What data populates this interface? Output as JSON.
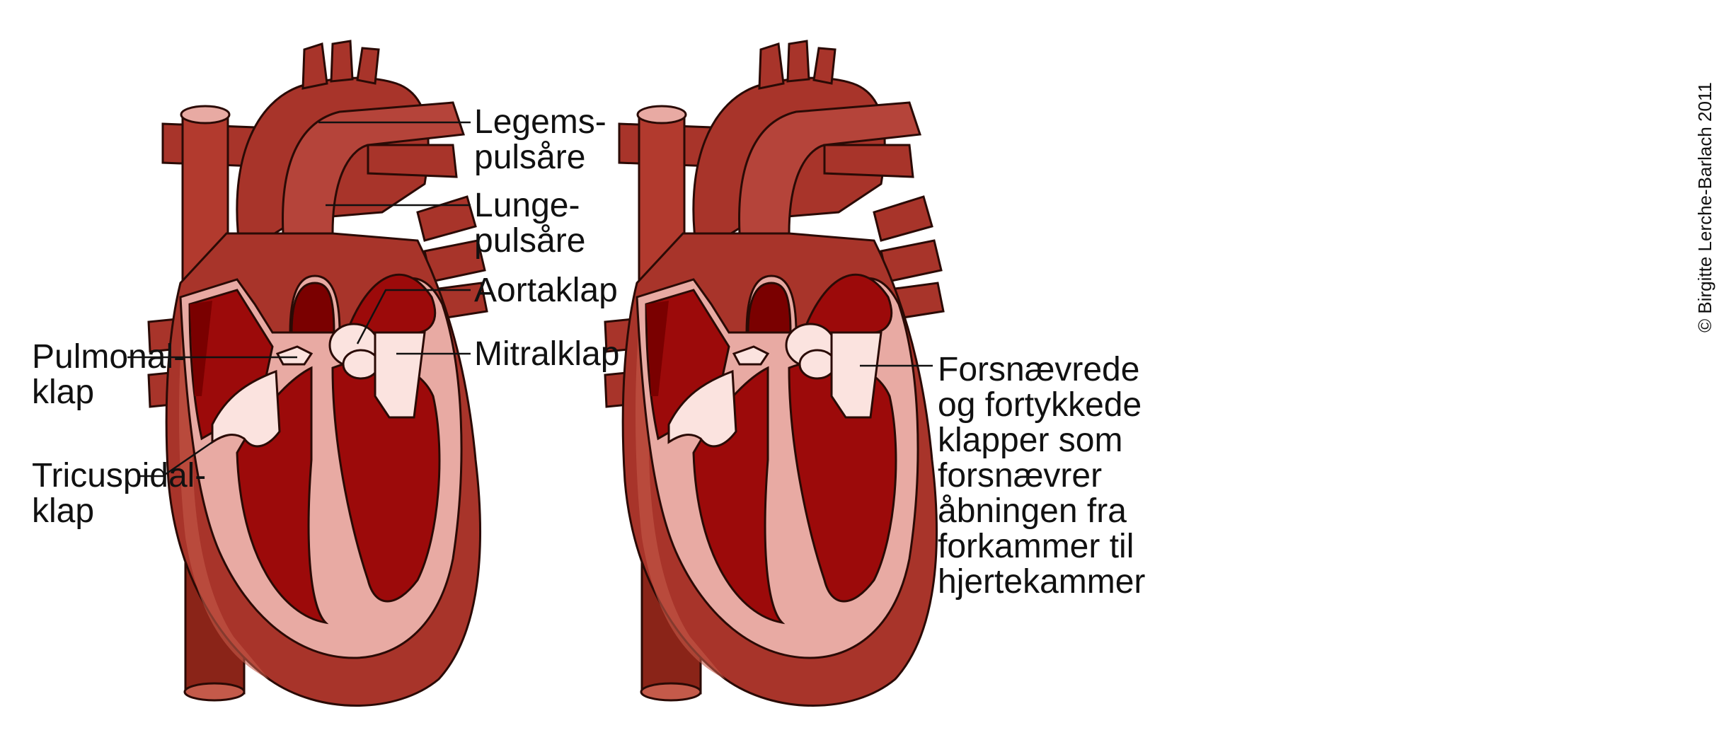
{
  "colors": {
    "outer_wall": "#a8342a",
    "outer_dark": "#8a2418",
    "outer_light": "#c45a4a",
    "muscle": "#e8aaa3",
    "chamber": "#9c0a0a",
    "chamber_deep": "#7a0000",
    "valve": "#fbe3df",
    "outline": "#2a0a05",
    "line": "#111111"
  },
  "left_heart": {
    "labels": {
      "legems": "Legems-\npulsåre",
      "lunge": "Lunge-\npulsåre",
      "aortaklap": "Aortaklap",
      "mitralklap": "Mitralklap",
      "pulmonalklap": "Pulmonal-\nklap",
      "tricuspidalklap": "Tricuspidal-\nklap"
    }
  },
  "right_heart": {
    "labels": {
      "stenosis": "Forsnævrede\nog fortykkede\nklapper som\nforsnævrer\nåbningen fra\nforkammer til\nhjertekammer"
    }
  },
  "copyright": "© Birgitte Lerche-Barlach 2011"
}
